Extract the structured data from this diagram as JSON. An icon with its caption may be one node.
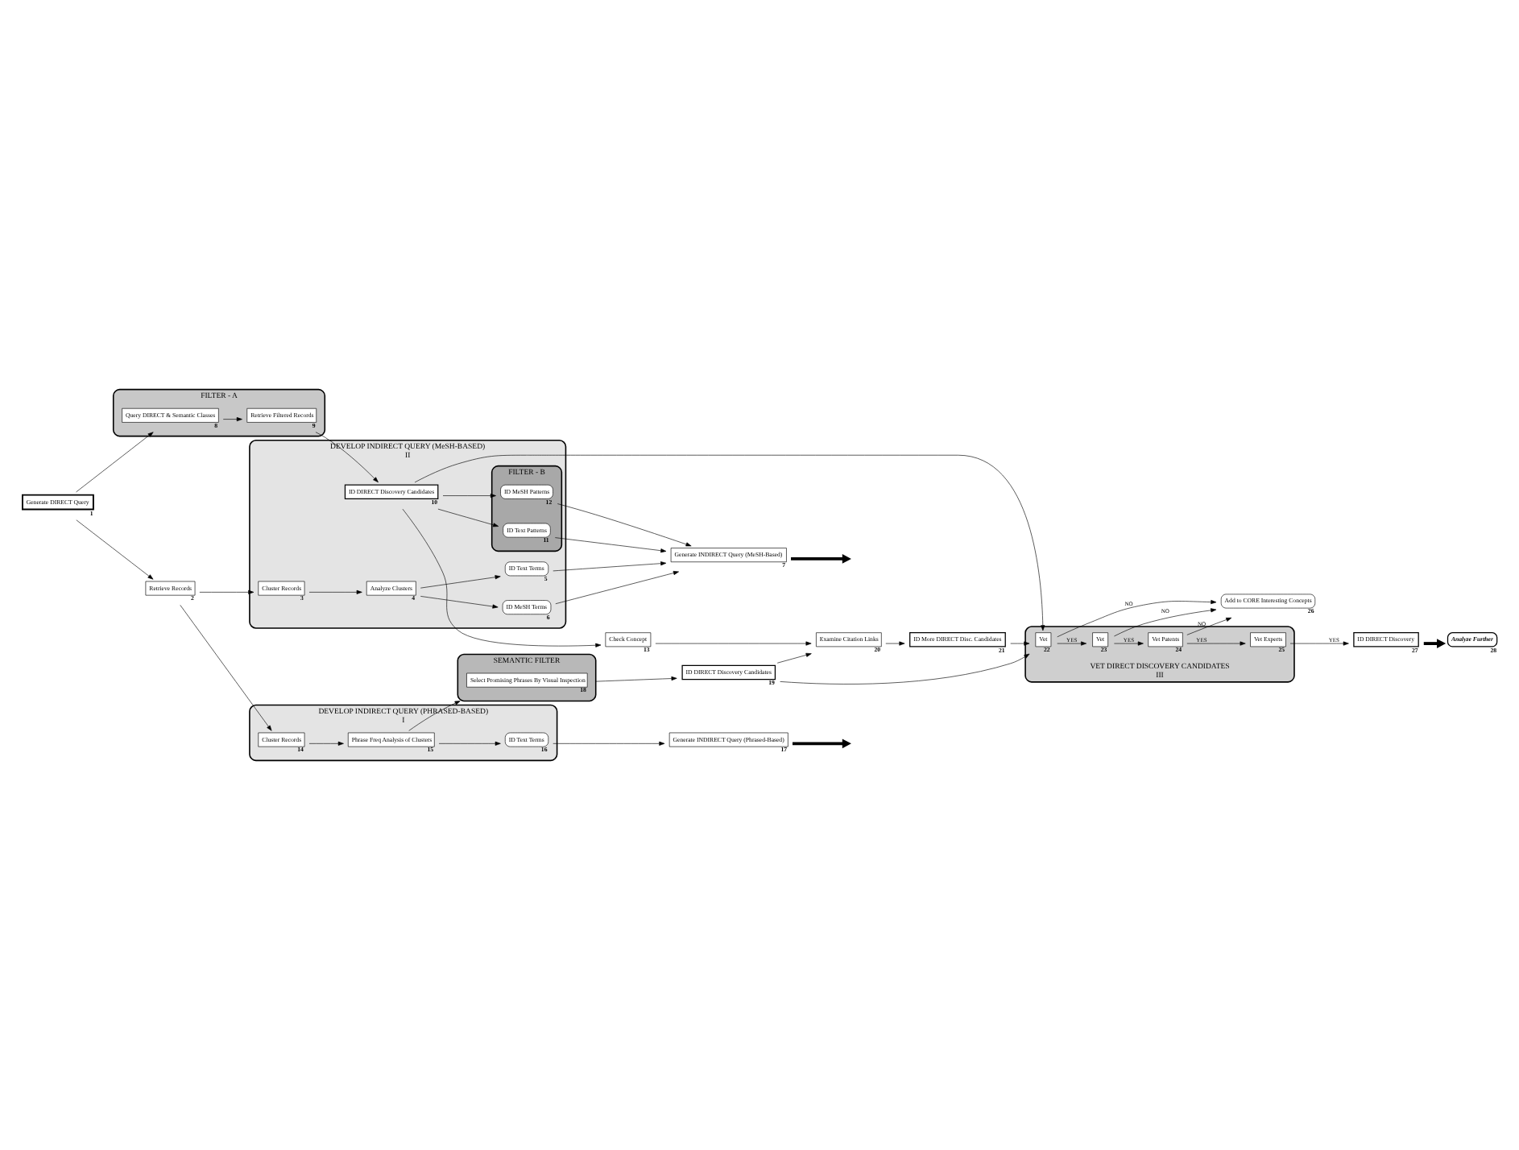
{
  "diagram": {
    "nodes": [
      {
        "text": [
          "SEMANTIC FILTER"
        ]
      },
      {
        "text": [
          "Select Promising Phrases By Visual Inspection"
        ],
        "in": 0,
        "beside": [
          "18"
        ]
      },
      {
        "text": [
          "ID DIRECT Discovery Candidates"
        ],
        "beside": [
          "19"
        ]
      },
      {
        "text": [
          "DEVELOP INDIRECT QUERY (PHRASED-BASED)"
        ],
        "beside": [
          "I"
        ]
      },
      {
        "text": [
          "Cluster Records"
        ],
        "in": 3,
        "beside": [
          "14"
        ]
      },
      {
        "text": [
          "Phrase Freq Analysis of Clusters"
        ],
        "in": 3,
        "beside": [
          "15"
        ]
      },
      {
        "text": [
          "ID Text Terms"
        ],
        "in": 3,
        "beside": [
          "16"
        ]
      },
      {
        "text": [
          "Generate INDIRECT Query (Phrased-Based)"
        ],
        "beside": [
          "17"
        ]
      },
      {
        "text": [
          "Generate DIRECT Query"
        ],
        "beside": [
          "1"
        ]
      },
      {
        "text": [
          "Retrieve Records"
        ],
        "beside": [
          "2"
        ]
      },
      {
        "text": [
          "DEVELOP INDIRECT QUERY (MeSH-BASED)"
        ],
        "beside": [
          "II"
        ]
      },
      {
        "text": [
          "Cluster Records"
        ],
        "in": 10,
        "beside": [
          "3"
        ]
      },
      {
        "text": [
          "Analyze Clusters"
        ],
        "in": 10,
        "beside": [
          "4"
        ]
      },
      {
        "text": [
          "ID Text Terms"
        ],
        "in": 10,
        "beside": [
          "5"
        ]
      },
      {
        "text": [
          "ID MeSH Terms"
        ],
        "in": 10,
        "beside": [
          "6"
        ]
      },
      {
        "text": [
          "Generate INDIRECT Query (MeSH-Based)"
        ],
        "beside": [
          "7"
        ]
      },
      {
        "text": [
          "FILTER - A"
        ]
      },
      {
        "text": [
          "Query DIRECT & Semantic Classes"
        ],
        "in": 16,
        "beside": [
          "8"
        ]
      },
      {
        "text": [
          "Retrieve Filtered Records"
        ],
        "in": 16,
        "beside": [
          "9"
        ]
      },
      {
        "text": [
          "ID DIRECT Discovery Candidates"
        ],
        "in": 10,
        "beside": [
          "10"
        ]
      },
      {
        "text": [
          "FILTER - B"
        ],
        "in": 10
      },
      {
        "text": [
          "ID Text Patterns"
        ],
        "in": 20,
        "beside": [
          "11"
        ]
      },
      {
        "text": [
          "ID MeSH Patterns"
        ],
        "in": 20,
        "beside": [
          "12"
        ]
      },
      {
        "text": [
          "Examine Citation Links"
        ],
        "beside": [
          "20"
        ]
      },
      {
        "text": [
          "Check Concept"
        ],
        "beside": [
          "13"
        ]
      },
      {
        "text": [
          "ID More DIRECT Disc. Candidates"
        ],
        "beside": [
          "21"
        ]
      },
      {
        "text": [
          "VET DIRECT DISCOVERY CANDIDATES"
        ],
        "beside": [
          "III"
        ]
      },
      {
        "text": [
          "Vet"
        ],
        "in": 26,
        "beside": [
          "22"
        ]
      },
      {
        "text": [
          "Vet"
        ],
        "in": 26,
        "beside": [
          "23"
        ]
      },
      {
        "text": [
          "Vet Patents"
        ],
        "in": 26,
        "beside": [
          "24"
        ]
      },
      {
        "text": [
          "Vet Experts"
        ],
        "in": 26,
        "beside": [
          "25"
        ]
      },
      {
        "text": [
          "Add to CORE Interesting Concepts"
        ],
        "beside": [
          "26"
        ]
      },
      {
        "text": [
          "ID DIRECT Discovery"
        ],
        "beside": [
          "27"
        ]
      },
      {
        "text": [
          "Analyze Further"
        ],
        "beside": [
          "28"
        ]
      }
    ],
    "edges": [
      {
        "from": 8,
        "to": 9,
        "arrow": "to"
      },
      {
        "from": 9,
        "to": 4,
        "arrow": "to"
      },
      {
        "from": 9,
        "to": 11,
        "arrow": "to"
      },
      {
        "from": 4,
        "to": 5,
        "arrow": "to"
      },
      {
        "from": 5,
        "to": 0,
        "arrow": "to"
      },
      {
        "from": 0,
        "to": 2,
        "arrow": "to"
      },
      {
        "from": 5,
        "to": 6,
        "arrow": "to"
      },
      {
        "from": 6,
        "to": 7,
        "arrow": "to"
      },
      {
        "from": 7,
        "to": null,
        "arrow": "to",
        "style": "thick"
      },
      {
        "from": 11,
        "to": 12,
        "arrow": "to"
      },
      {
        "from": 12,
        "to": 13,
        "arrow": "to"
      },
      {
        "from": 12,
        "to": 14,
        "arrow": "to"
      },
      {
        "from": 13,
        "to": 15,
        "arrow": "to"
      },
      {
        "from": 14,
        "to": 15,
        "arrow": "to"
      },
      {
        "from": 15,
        "to": null,
        "arrow": "to",
        "style": "thick"
      },
      {
        "from": 8,
        "to": 17,
        "arrow": "to"
      },
      {
        "from": 17,
        "to": 18,
        "arrow": "to"
      },
      {
        "from": 18,
        "to": 19,
        "arrow": "to"
      },
      {
        "from": 19,
        "to": 21,
        "arrow": "to"
      },
      {
        "from": 19,
        "to": 22,
        "arrow": "to"
      },
      {
        "from": 21,
        "to": 15,
        "arrow": "to"
      },
      {
        "from": 22,
        "to": 15,
        "arrow": "to"
      },
      {
        "from": 19,
        "to": 24,
        "arrow": "to"
      },
      {
        "from": 19,
        "to": 27,
        "arrow": "to"
      },
      {
        "from": 2,
        "to": 23,
        "arrow": "to"
      },
      {
        "from": 2,
        "to": 27,
        "arrow": "to"
      },
      {
        "from": 24,
        "to": 23,
        "arrow": "to"
      },
      {
        "from": 23,
        "to": 25,
        "arrow": "to"
      },
      {
        "from": 25,
        "to": 27,
        "arrow": "to"
      },
      {
        "from": 27,
        "to": 28,
        "arrow": "to",
        "label": "YES"
      },
      {
        "from": 28,
        "to": 29,
        "arrow": "to",
        "label": "YES"
      },
      {
        "from": 29,
        "to": 30,
        "arrow": "to",
        "label": "YES"
      },
      {
        "from": 27,
        "to": 31,
        "arrow": "to",
        "label": "NO"
      },
      {
        "from": 28,
        "to": 31,
        "arrow": "to",
        "label": "NO"
      },
      {
        "from": 29,
        "to": 31,
        "arrow": "to",
        "label": "NO"
      },
      {
        "from": 30,
        "to": 32,
        "arrow": "to",
        "label": "YES"
      },
      {
        "from": 32,
        "to": 33,
        "arrow": "to",
        "style": "thick"
      }
    ]
  }
}
